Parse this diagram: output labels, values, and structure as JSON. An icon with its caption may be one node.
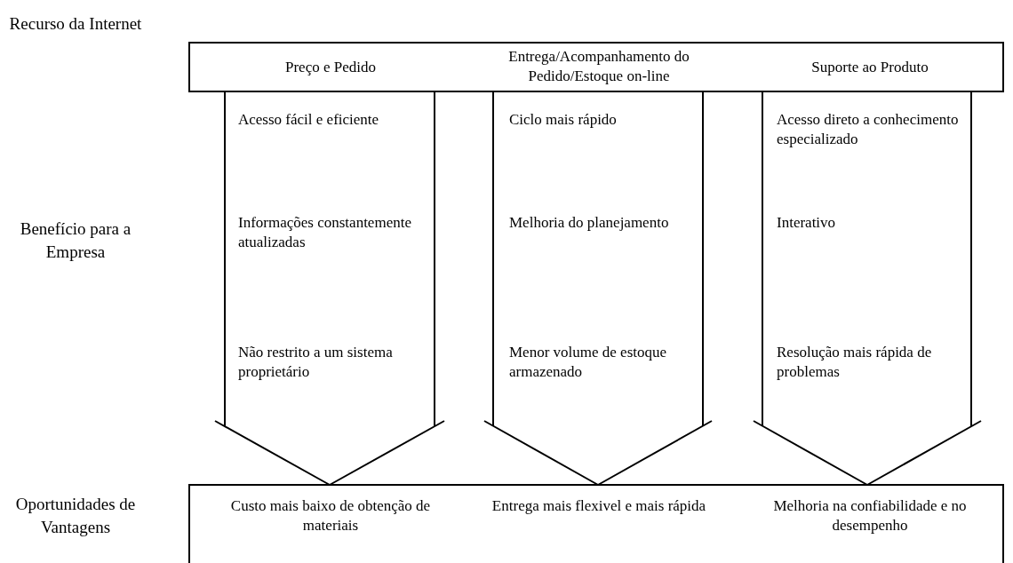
{
  "diagram": {
    "nodes": [
      {
        "text": [
          "Preço e Pedido",
          "Entrega/Acompanhamento do Pedido/Estoque on-line",
          "Suporte ao Produto"
        ]
      },
      {
        "text": [
          "Acesso fácil e eficiente",
          "Informações constantemente atualizadas",
          "Não restrito a um sistema proprietário"
        ]
      },
      {
        "text": [
          "Ciclo mais rápido",
          "Melhoria do planejamento",
          "Menor volume de estoque armazenado"
        ]
      },
      {
        "text": [
          "Acesso direto a conhecimento especializado",
          "Interativo",
          "Resolução mais rápida de problemas"
        ]
      },
      {
        "text": [
          "Custo mais baixo de obtenção de materiais",
          "Entrega mais flexivel e mais rápida",
          "Melhoria na confiabilidade e no desempenho"
        ]
      }
    ],
    "labels": [
      "Recurso da Internet",
      "Benefício para a Empresa",
      "Oportunidades de Vantagens"
    ]
  }
}
